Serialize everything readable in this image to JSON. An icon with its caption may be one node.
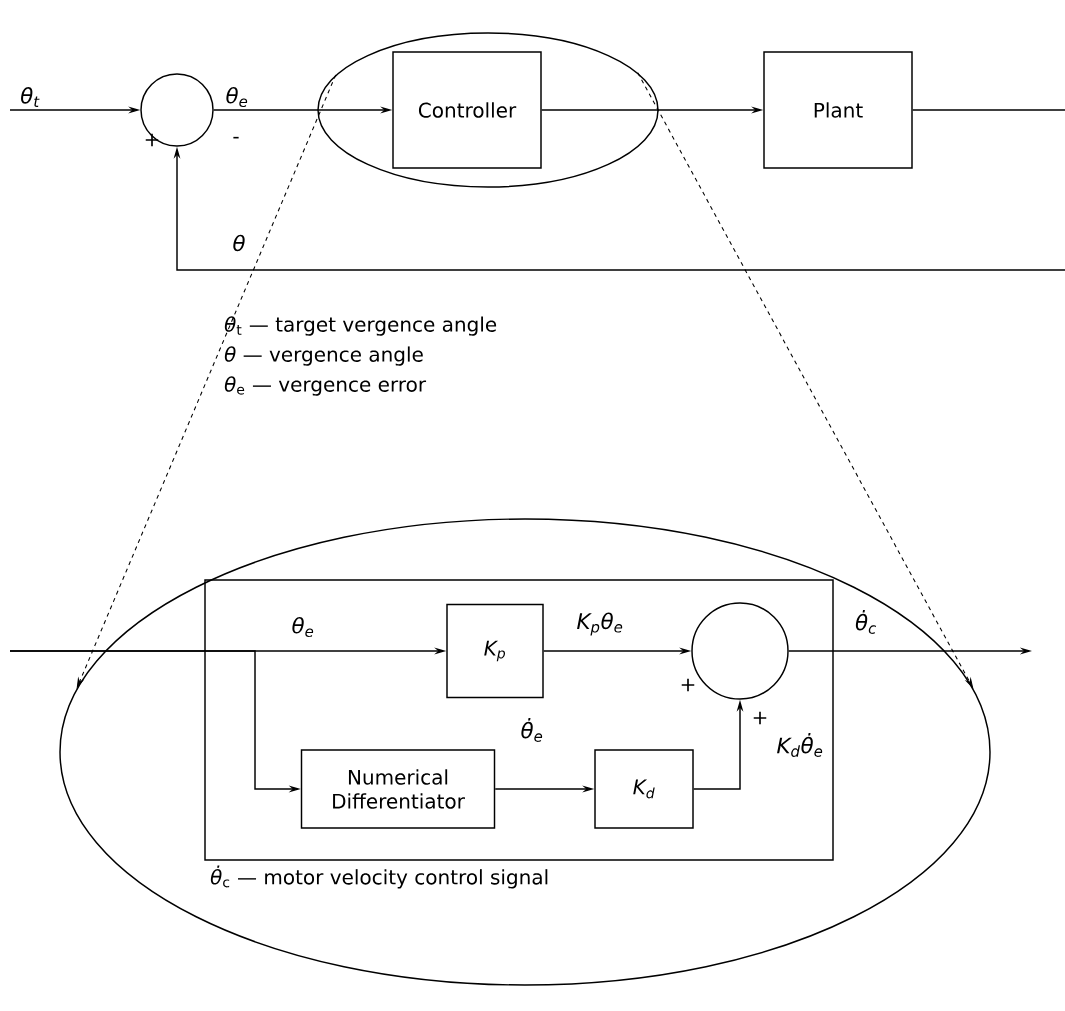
{
  "diagram": {
    "nodes": [
      {
        "text": [],
        "shape": "circle"
      },
      {
        "text": [],
        "shape": "ellipse"
      },
      {
        "text": [
          "Controller"
        ],
        "in": 1
      },
      {
        "text": [
          "Plant"
        ]
      },
      {
        "text": [],
        "shape": "ellipse"
      },
      {
        "text": [],
        "shape": "box",
        "in": 4
      },
      {
        "text": [
          "K$_{p}$"
        ],
        "in": 5
      },
      {
        "text": [],
        "shape": "circle",
        "in": 5
      },
      {
        "text": [
          "Numerical Differentiator"
        ],
        "in": 5
      },
      {
        "text": [
          "K$_{d}$"
        ],
        "in": 5
      }
    ],
    "edges": [
      {
        "from": null,
        "to": 0,
        "arrow": "to",
        "label": "θ$_{t}$"
      },
      {
        "from": 0,
        "to": 2,
        "arrow": "to",
        "label": "θ$_{e}$"
      },
      {
        "from": 2,
        "to": 3,
        "arrow": "to"
      },
      {
        "from": 3,
        "to": null,
        "arrow": "none"
      },
      {
        "from": null,
        "to": 0,
        "arrow": "to",
        "label": "θ"
      },
      {
        "from": 1,
        "to": 4,
        "arrow": "to",
        "style": "dashed"
      },
      {
        "from": 1,
        "to": 4,
        "arrow": "to",
        "style": "dashed"
      },
      {
        "from": null,
        "to": 6,
        "arrow": "to",
        "label": "θ$_{e}$"
      },
      {
        "from": null,
        "to": 8,
        "arrow": "to"
      },
      {
        "from": 6,
        "to": 7,
        "arrow": "to",
        "label": "K$_{p}$θ$_{e}$"
      },
      {
        "from": 8,
        "to": 9,
        "arrow": "to",
        "label": "θ̇$_{e}$"
      },
      {
        "from": 9,
        "to": 7,
        "arrow": "to",
        "label": "K$_{d}$θ̇$_{e}$"
      },
      {
        "from": 7,
        "to": null,
        "arrow": "to",
        "label": "θ̇$_{c}$"
      }
    ],
    "labels": [
      "+",
      "-",
      "*θ*$_{t}$ — target vergence angle",
      "*θ* — vergence angle",
      "*θ*$_{e}$ — vergence error",
      "+",
      "+",
      "*θ̇*$_{c}$ — motor velocity control signal"
    ]
  }
}
